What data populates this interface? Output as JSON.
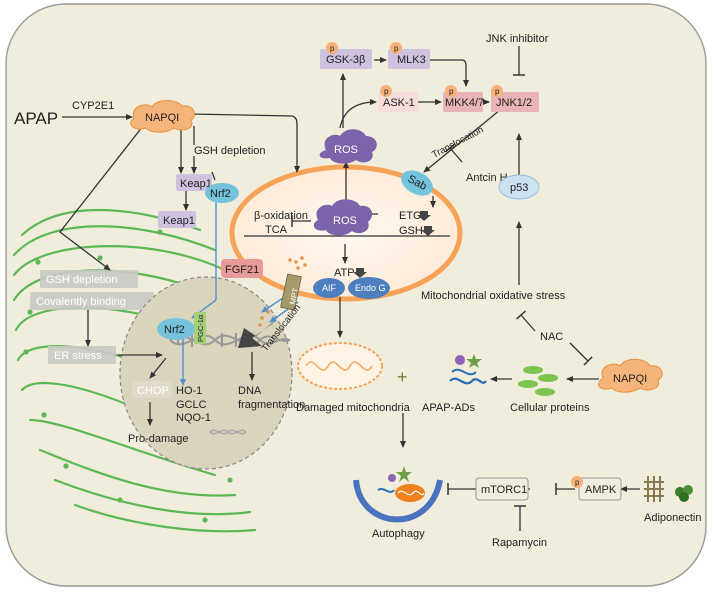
{
  "drug": {
    "name": "APAP",
    "enzyme": "CYP2E1",
    "metabolite": "NAPQI"
  },
  "gsh_depletion": "GSH depletion",
  "keap1": "Keap1",
  "nrf2": "Nrf2",
  "er_panel": {
    "gsh_depletion": "GSH depletion",
    "covalent": "Covalently binding",
    "er_stress": "ER stress"
  },
  "nucleus": {
    "fgf21": "FGF21",
    "nrf2": "Nrf2",
    "pgc": "PGC-1α",
    "chop": "CHOP",
    "pro_damage": "Pro-damage",
    "ho1": "HO-1",
    "gclc": "GCLC",
    "nqo1": "NQO-1",
    "dna1": "DNA",
    "dna2": "fragmentation"
  },
  "mito": {
    "ros": "ROS",
    "beta_ox": "β-oxidation",
    "tca": "TCA",
    "etc": "ETC",
    "gsh": "GSH",
    "atp": "ATP",
    "mpt": "MPT",
    "aif": "AIF",
    "endo_g": "Endo G",
    "translocation": "Translocation"
  },
  "jnk": {
    "ros": "ROS",
    "gsk": "GSK-3β",
    "mlk3": "MLK3",
    "ask1": "ASK-1",
    "mkk": "MKK4/7",
    "jnk": "JNK1/2",
    "inhibitor": "JNK inhibitor",
    "translocation": "Translocation",
    "sab": "Sab",
    "antcin": "Antcin H",
    "p53": "p53",
    "p": "p"
  },
  "right": {
    "oxidative_stress": "Mitochondrial oxidative stress",
    "nac": "NAC",
    "napqi": "NAPQI",
    "proteins": "Cellular  proteins",
    "adducts": "APAP-ADs",
    "damaged": "Damaged mitochondria"
  },
  "bottom": {
    "autophagy": "Autophagy",
    "mtorc1": "mTORC1",
    "ampk": "AMPK",
    "rapamycin": "Rapamycin",
    "adiponectin": "Adiponectin",
    "p": "p"
  },
  "colors": {
    "cell_bg": "#f0eddd",
    "napqi": "#f5b47a",
    "mito": "#f6a358",
    "ros": "#7d63a9",
    "kinase": "#e9b4b7",
    "purple_box": "#cfc2df",
    "nrf2": "#74c2dc",
    "blue_oval": "#4d7fbf",
    "er": "#5db854",
    "nucleus": "#dbd4bc",
    "fgf21": "#e79a9a",
    "p_badge": "#f6b27a"
  }
}
